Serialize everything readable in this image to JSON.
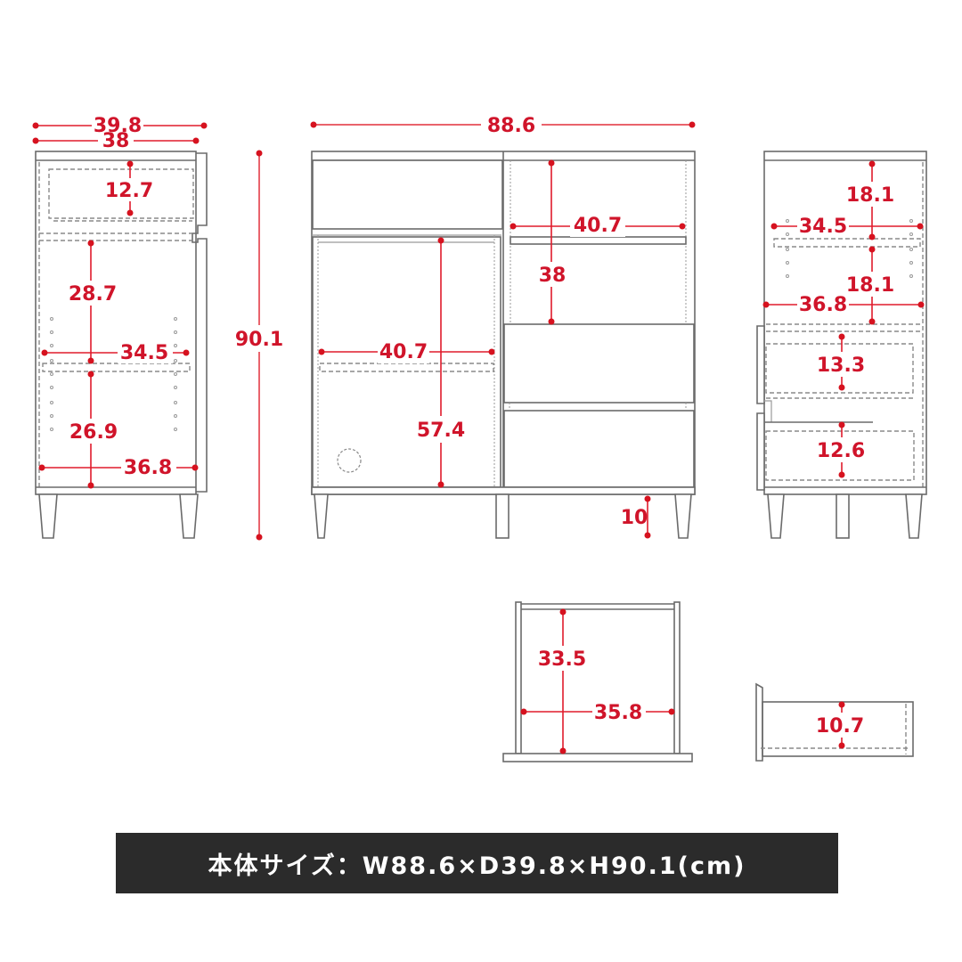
{
  "colors": {
    "dimension_red": "#d0142a",
    "outline_gray": "#6b6b6b",
    "banner_bg": "#2b2b2b",
    "banner_text": "#ffffff"
  },
  "views": {
    "side_left": {
      "outer_depth": "39.8",
      "inner_depth": "38",
      "drawer_height": "12.7",
      "upper_shelf_height": "28.7",
      "shelf_depth": "34.5",
      "lower_shelf_height": "26.9",
      "bottom_depth": "36.8"
    },
    "overall_height": "90.1",
    "front": {
      "overall_width": "88.6",
      "right_shelf_width": "40.7",
      "right_open_height": "38",
      "left_shelf_width": "40.7",
      "left_cabinet_height": "57.4",
      "leg_height": "10"
    },
    "side_right": {
      "upper_height": "18.1",
      "shelf_depth": "34.5",
      "lower_height": "18.1",
      "bottom_depth": "36.8",
      "drawer1_height": "13.3",
      "drawer2_height": "12.6"
    },
    "drawer_top": {
      "depth": "33.5",
      "width": "35.8"
    },
    "drawer_side": {
      "height": "10.7"
    }
  },
  "banner": {
    "text": "本体サイズ：W88.6×D39.8×H90.1(cm)"
  }
}
